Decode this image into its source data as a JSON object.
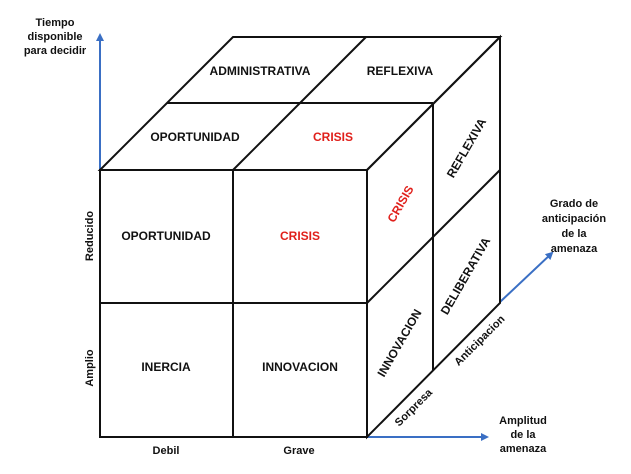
{
  "colors": {
    "axis": "#3a6fc4",
    "line": "#111111",
    "accent_red": "#e0201b"
  },
  "axes": {
    "vertical_title": [
      "Tiempo",
      "disponible",
      "para decidir"
    ],
    "vertical_ticks": {
      "top": "Reducido",
      "bottom": "Amplio"
    },
    "horizontal_title": [
      "Amplitud",
      "de la",
      "amenaza"
    ],
    "horizontal_ticks": {
      "left": "Debil",
      "right": "Grave"
    },
    "depth_title": [
      "Grado de",
      "anticipación",
      "de la",
      "amenaza"
    ],
    "depth_ticks": {
      "near": "Sorpresa",
      "far": "Anticipacion"
    }
  },
  "front": {
    "top_left": "OPORTUNIDAD",
    "top_right": "CRISIS",
    "bottom_left": "INERCIA",
    "bottom_right": "INNOVACION"
  },
  "top": {
    "back_left": "ADMINISTRATIVA",
    "back_right": "REFLEXIVA",
    "front_left": "OPORTUNIDAD",
    "front_right": "CRISIS"
  },
  "side": {
    "front_top": "CRISIS",
    "back_top": "REFLEXIVA",
    "front_bottom": "INNOVACION",
    "back_bottom": "DELIBERATIVA"
  }
}
